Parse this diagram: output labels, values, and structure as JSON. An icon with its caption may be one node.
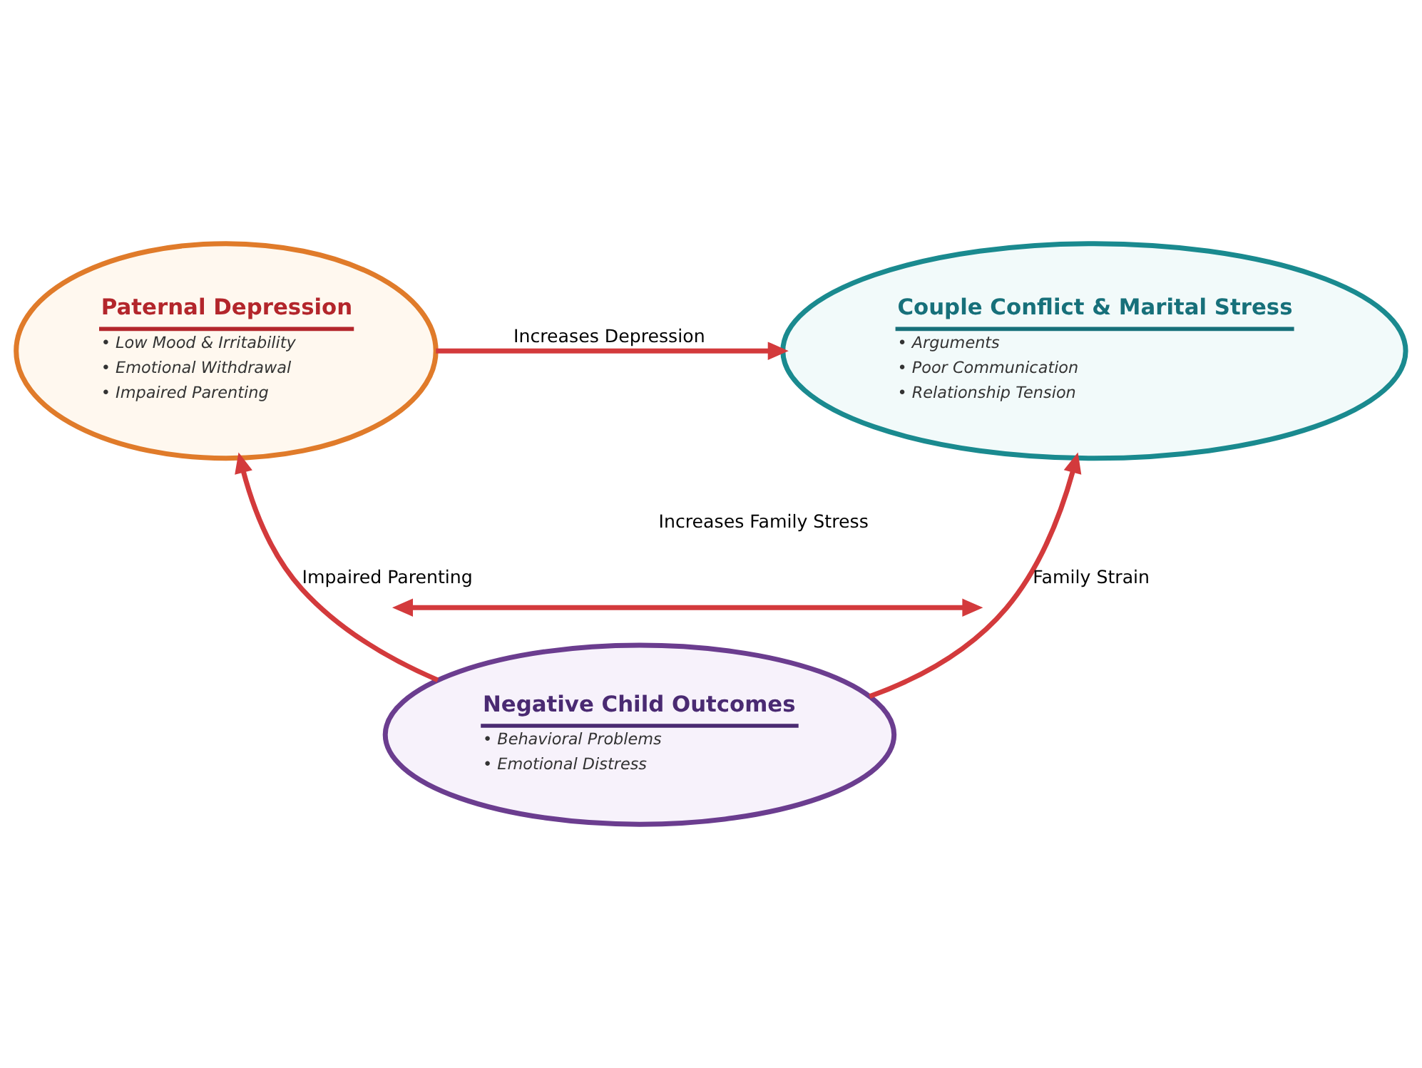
{
  "diagram": {
    "nodes": [
      {
        "text": [
          "Paternal Depression",
          "• Low Mood & Irritability",
          "• Emotional Withdrawal",
          "• Impaired Parenting"
        ]
      },
      {
        "text": [
          "Couple Conflict & Marital Stress",
          "• Arguments",
          "• Poor Communication",
          "• Relationship Tension"
        ]
      },
      {
        "text": [
          "Negative Child Outcomes",
          "• Behavioral Problems",
          "• Emotional Distress"
        ]
      }
    ],
    "edges": [
      {
        "from": 0,
        "to": 1,
        "arrow": "to",
        "label": "Increases Depression"
      },
      {
        "from": 2,
        "to": 0,
        "arrow": "to",
        "label": "Impaired Parenting"
      },
      {
        "from": 2,
        "to": 1,
        "arrow": "to",
        "label": "Family Strain"
      }
    ],
    "labels": [
      "Increases Family Stress"
    ]
  }
}
